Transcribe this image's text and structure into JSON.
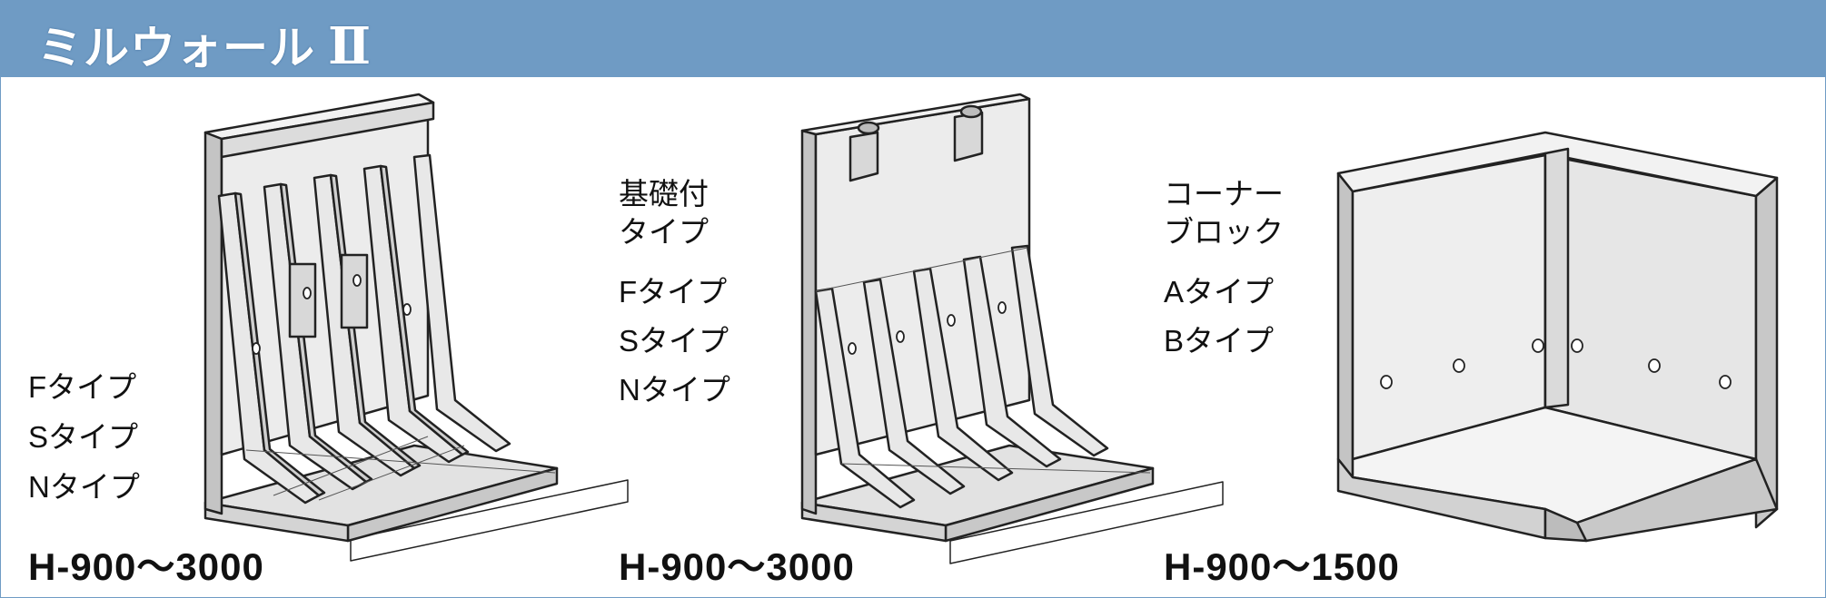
{
  "header": {
    "title": "ミルウォール",
    "roman": "Ⅱ"
  },
  "products": [
    {
      "name": "wall-standard",
      "types": [
        "Fタイプ",
        "Sタイプ",
        "Nタイプ"
      ],
      "size": "H-900～3000"
    },
    {
      "name": "wall-foundation",
      "heading": [
        "基礎付",
        "タイプ"
      ],
      "types": [
        "Fタイプ",
        "Sタイプ",
        "Nタイプ"
      ],
      "size": "H-900～3000"
    },
    {
      "name": "corner-block",
      "heading": [
        "コーナー",
        "ブロック"
      ],
      "types": [
        "Aタイプ",
        "Bタイプ"
      ],
      "size": "H-900～1500"
    }
  ],
  "colors": {
    "header": "#6f9bc4",
    "concrete_light": "#ececec",
    "concrete_mid": "#d6d6d6",
    "concrete_dark": "#bdbdbd",
    "line": "#222222"
  }
}
